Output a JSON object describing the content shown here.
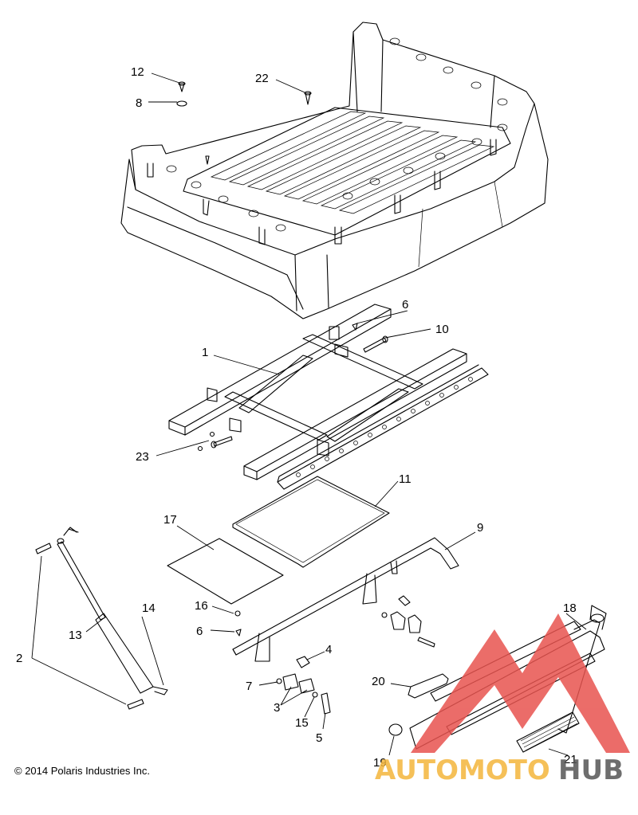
{
  "callouts": [
    {
      "label": "12"
    },
    {
      "label": "8"
    },
    {
      "label": "22"
    },
    {
      "label": "6"
    },
    {
      "label": "10"
    },
    {
      "label": "1"
    },
    {
      "label": "23"
    },
    {
      "label": "11"
    },
    {
      "label": "17"
    },
    {
      "label": "9"
    },
    {
      "label": "16"
    },
    {
      "label": "6"
    },
    {
      "label": "14"
    },
    {
      "label": "13"
    },
    {
      "label": "2"
    },
    {
      "label": "4"
    },
    {
      "label": "7"
    },
    {
      "label": "3"
    },
    {
      "label": "15"
    },
    {
      "label": "5"
    },
    {
      "label": "20"
    },
    {
      "label": "18"
    },
    {
      "label": "19"
    },
    {
      "label": "21"
    }
  ],
  "copyright": "© 2014 Polaris Industries Inc.",
  "watermark": {
    "word_part1": "AUTOMOTO",
    "word_part2": "HUB",
    "color_red": "#e8534f",
    "color_yellow": "#f4b63c",
    "color_dark": "#555555"
  }
}
